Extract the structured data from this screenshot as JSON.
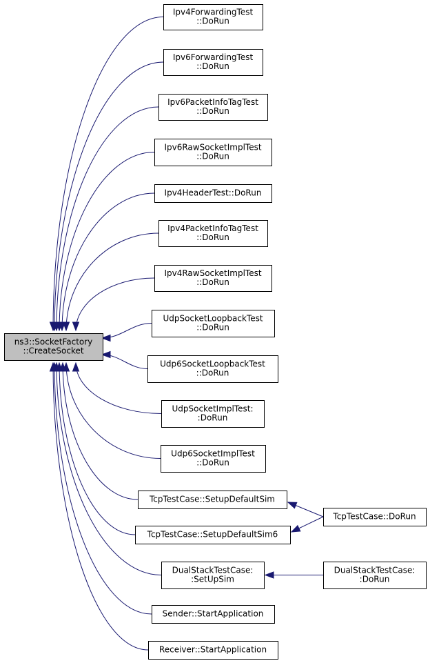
{
  "diagram": {
    "nodes": [
      {
        "id": "root",
        "lines": [
          "ns3::SocketFactory",
          "::CreateSocket"
        ],
        "highlight": true
      },
      {
        "id": "ipv4fwd",
        "lines": [
          "Ipv4ForwardingTest",
          "::DoRun"
        ]
      },
      {
        "id": "ipv6fwd",
        "lines": [
          "Ipv6ForwardingTest",
          "::DoRun"
        ]
      },
      {
        "id": "ipv6pkt",
        "lines": [
          "Ipv6PacketInfoTagTest",
          "::DoRun"
        ]
      },
      {
        "id": "ipv6raw",
        "lines": [
          "Ipv6RawSocketImplTest",
          "::DoRun"
        ]
      },
      {
        "id": "ipv4hdr",
        "lines": [
          "Ipv4HeaderTest::DoRun"
        ]
      },
      {
        "id": "ipv4pkt",
        "lines": [
          "Ipv4PacketInfoTagTest",
          "::DoRun"
        ]
      },
      {
        "id": "ipv4raw",
        "lines": [
          "Ipv4RawSocketImplTest",
          "::DoRun"
        ]
      },
      {
        "id": "udploop",
        "lines": [
          "UdpSocketLoopbackTest",
          "::DoRun"
        ]
      },
      {
        "id": "udp6loop",
        "lines": [
          "Udp6SocketLoopbackTest",
          "::DoRun"
        ]
      },
      {
        "id": "udpimpl",
        "lines": [
          "UdpSocketImplTest:",
          ":DoRun"
        ]
      },
      {
        "id": "udp6impl",
        "lines": [
          "Udp6SocketImplTest",
          "::DoRun"
        ]
      },
      {
        "id": "tcpsetup",
        "lines": [
          "TcpTestCase::SetupDefaultSim"
        ]
      },
      {
        "id": "tcpsetup6",
        "lines": [
          "TcpTestCase::SetupDefaultSim6"
        ]
      },
      {
        "id": "tcprun",
        "lines": [
          "TcpTestCase::DoRun"
        ]
      },
      {
        "id": "dualsetup",
        "lines": [
          "DualStackTestCase:",
          ":SetUpSim"
        ]
      },
      {
        "id": "dualrun",
        "lines": [
          "DualStackTestCase:",
          ":DoRun"
        ]
      },
      {
        "id": "sender",
        "lines": [
          "Sender::StartApplication"
        ]
      },
      {
        "id": "receiver",
        "lines": [
          "Receiver::StartApplication"
        ]
      }
    ],
    "edges": [
      {
        "from": "ipv4fwd",
        "to": "root"
      },
      {
        "from": "ipv6fwd",
        "to": "root"
      },
      {
        "from": "ipv6pkt",
        "to": "root"
      },
      {
        "from": "ipv6raw",
        "to": "root"
      },
      {
        "from": "ipv4hdr",
        "to": "root"
      },
      {
        "from": "ipv4pkt",
        "to": "root"
      },
      {
        "from": "ipv4raw",
        "to": "root"
      },
      {
        "from": "udploop",
        "to": "root"
      },
      {
        "from": "udp6loop",
        "to": "root"
      },
      {
        "from": "udpimpl",
        "to": "root"
      },
      {
        "from": "udp6impl",
        "to": "root"
      },
      {
        "from": "tcpsetup",
        "to": "root"
      },
      {
        "from": "tcpsetup6",
        "to": "root"
      },
      {
        "from": "dualsetup",
        "to": "root"
      },
      {
        "from": "sender",
        "to": "root"
      },
      {
        "from": "receiver",
        "to": "root"
      },
      {
        "from": "tcprun",
        "to": "tcpsetup"
      },
      {
        "from": "tcprun",
        "to": "tcpsetup6"
      },
      {
        "from": "dualrun",
        "to": "dualsetup"
      }
    ],
    "colors": {
      "edge": "#191970",
      "node_fill": "#ffffff",
      "root_fill": "#bfbfbf",
      "border": "#000000"
    }
  }
}
